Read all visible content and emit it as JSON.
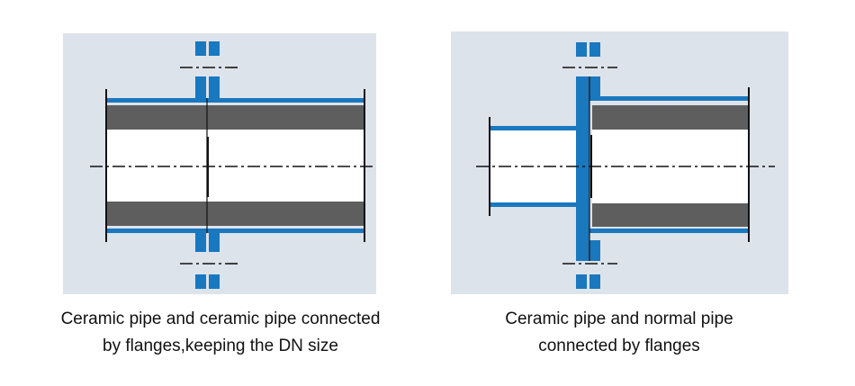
{
  "colors": {
    "background": "#dde3ea",
    "steel": "#1a78bf",
    "ceramic": "#5e5e5e",
    "line": "#111111",
    "bore": "#ffffff"
  },
  "diagrams": [
    {
      "caption_line1": "Ceramic pipe and ceramic pipe connected",
      "caption_line2": "by flanges,keeping the DN size"
    },
    {
      "caption_line1": "Ceramic pipe and normal pipe",
      "caption_line2": "connected by flanges"
    }
  ]
}
